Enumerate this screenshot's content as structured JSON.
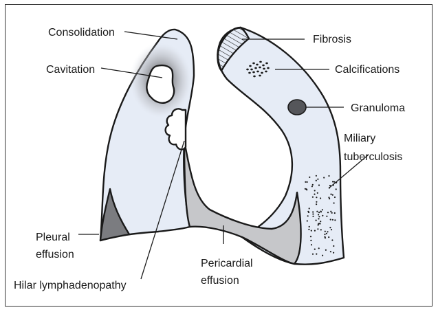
{
  "colors": {
    "lung_fill": "#e6ecf6",
    "effusion_fill": "#c6c7ca",
    "pleural_fill": "#7b7c80",
    "granuloma_fill": "#55565a",
    "outline": "#1a1a1a"
  },
  "labels": {
    "consolidation": "Consolidation",
    "cavitation": "Cavitation",
    "fibrosis": "Fibrosis",
    "calcifications": "Calcifications",
    "granuloma": "Granuloma",
    "miliary_1": "Miliary",
    "miliary_2": "tuberculosis",
    "pleural_1": "Pleural",
    "pleural_2": "effusion",
    "pericardial_1": "Pericardial",
    "pericardial_2": "effusion",
    "hilar": "Hilar lymphadenopathy"
  }
}
